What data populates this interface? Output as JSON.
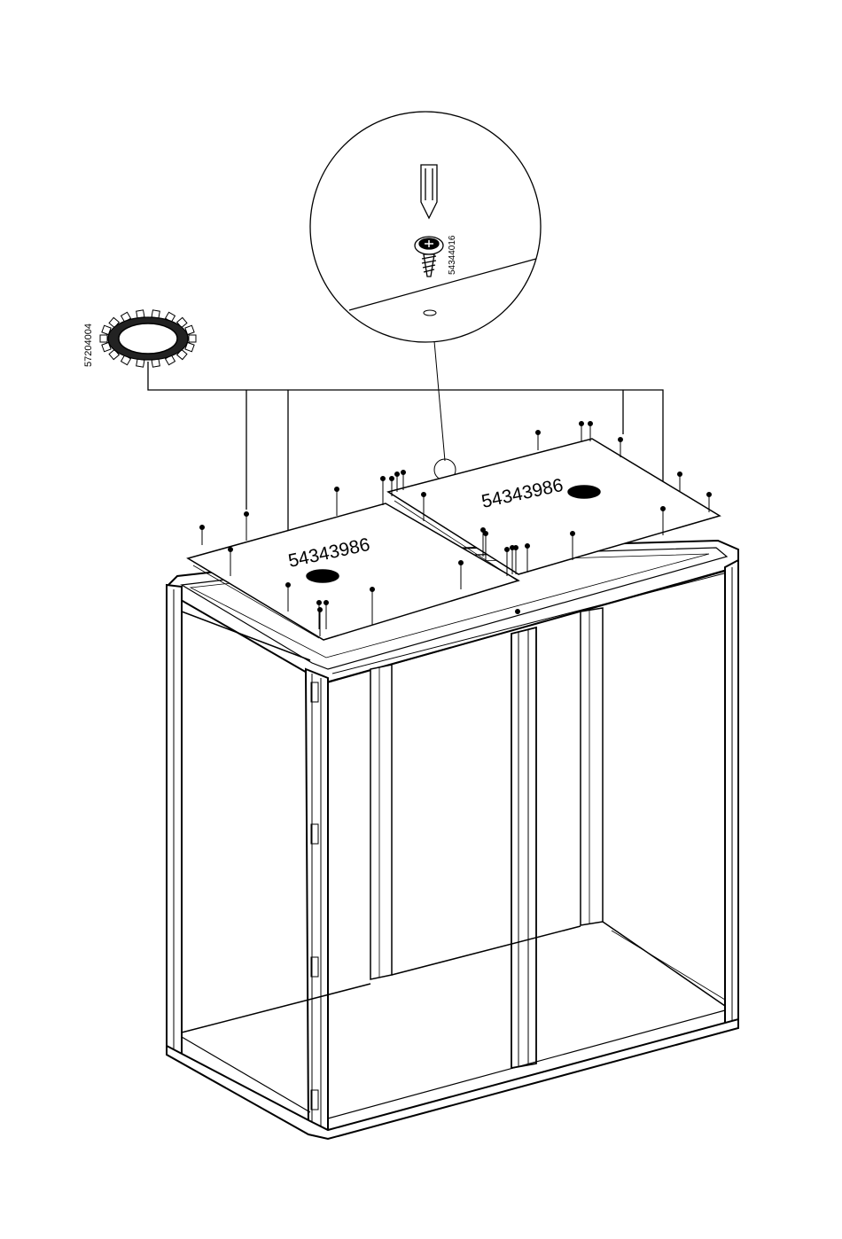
{
  "labels": {
    "washer_part": "57204004",
    "screw_part": "54344016",
    "panel_left": "54343986",
    "panel_right": "54343986"
  },
  "colors": {
    "line": "#000000",
    "background": "#ffffff"
  },
  "icons": {
    "washer": "serrated-lock-washer-icon",
    "screw": "self-tapping-screw-icon",
    "bit": "phillips-screwdriver-bit-icon"
  }
}
